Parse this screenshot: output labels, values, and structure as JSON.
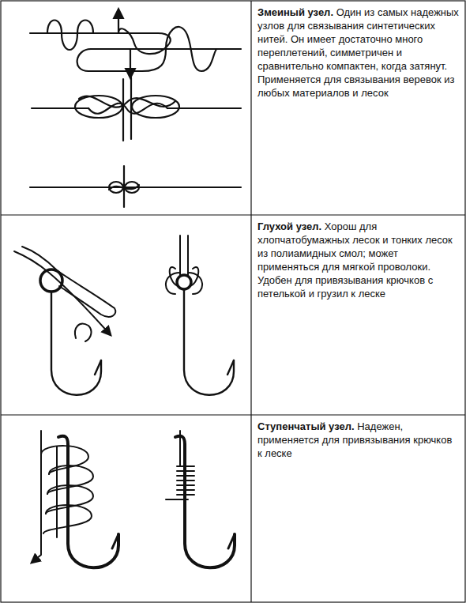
{
  "diagram": {
    "nodes": [
      {
        "text": [
          "Змеиный узел.",
          "Один из самых надежных узлов для связывания синтетических нитей. Он имеет достаточно много переплетений, симметричен и сравнительно компактен, когда затянут. Применяется для связывания веревок из любых материалов и лесок"
        ]
      },
      {
        "text": [
          "Глухой узел.",
          "Хорош для хлопчатобумажных лесок и тонких лесок из полиамидных смол; может применяться для мягкой проволоки. Удобен для привязывания крючков с петелькой и грузил к леске"
        ]
      },
      {
        "text": [
          "Ступенчатый узел.",
          "Надежен, применяется для привязывания крючков к леске"
        ]
      }
    ]
  }
}
